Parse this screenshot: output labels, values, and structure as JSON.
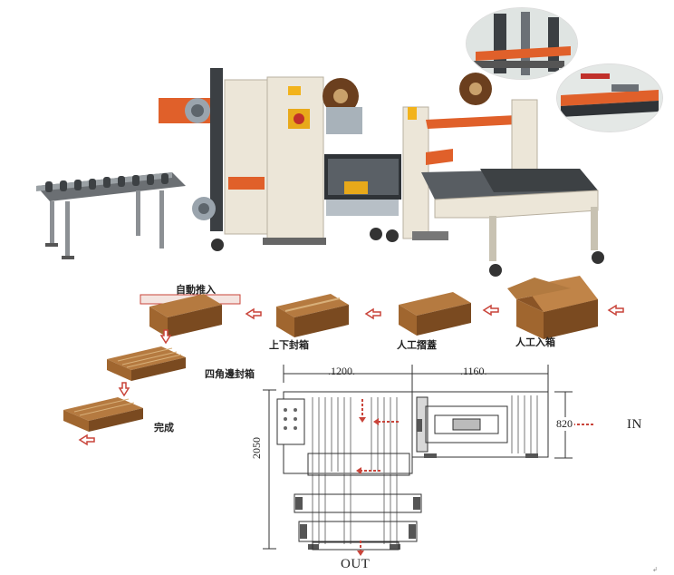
{
  "steps": {
    "step1": "人工入箱",
    "step2": "人工摺蓋",
    "step3": "上下封箱",
    "step4": "自動推入",
    "step5": "四角邊封箱",
    "step6": "完成"
  },
  "layout_plan": {
    "dim_top_left": ".1200.",
    "dim_top_right": ".1160.",
    "dim_side": "2050",
    "dim_width_in": "820",
    "label_in": "IN",
    "label_out": "OUT"
  },
  "colors": {
    "arrow_red": "#c9443a",
    "box_brown": "#a0662f",
    "machine_orange": "#e0602a",
    "machine_cream": "#ece6d8"
  },
  "footer_mark": "↲"
}
